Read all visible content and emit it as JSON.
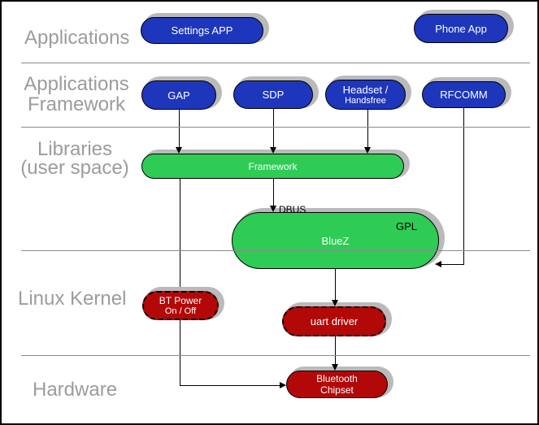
{
  "layers": {
    "applications": {
      "label": "Applications"
    },
    "app_framework": {
      "line1": "Applications",
      "line2": "Framework"
    },
    "libraries": {
      "line1": "Libraries",
      "line2": "(user space)"
    },
    "kernel": {
      "label": "Linux Kernel"
    },
    "hardware": {
      "label": "Hardware"
    }
  },
  "nodes": {
    "settings_app": {
      "label": "Settings APP"
    },
    "phone_app": {
      "label": "Phone App"
    },
    "gap": {
      "label": "GAP"
    },
    "sdp": {
      "label": "SDP"
    },
    "headset": {
      "line1": "Headset /",
      "line2": "Handsfree"
    },
    "rfcomm": {
      "label": "RFCOMM"
    },
    "framework": {
      "label": "Framework"
    },
    "bluez": {
      "label": "BlueZ",
      "badge": "GPL"
    },
    "bt_power": {
      "line1": "BT Power",
      "line2": "On / Off"
    },
    "uart_driver": {
      "label": "uart driver"
    },
    "bt_chipset": {
      "line1": "Bluetooth",
      "line2": "Chipset"
    }
  },
  "annotations": {
    "dbus": "DBUS"
  },
  "colors": {
    "app_node": "#1e36bb",
    "lib_node": "#2ecc55",
    "kernel_node": "#b20808",
    "shadow": "#bababa",
    "layer_label": "#9c9c9c",
    "divider": "#8a8a8a",
    "node_text": "#ffffff",
    "annotation_text": "#000000"
  }
}
